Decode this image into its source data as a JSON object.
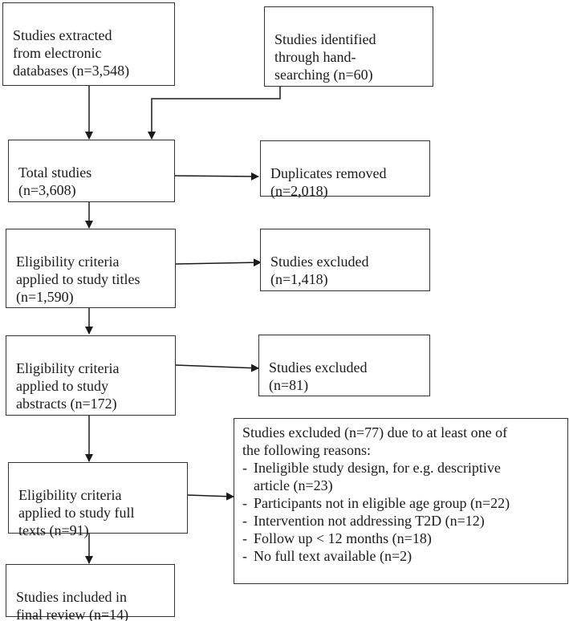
{
  "boxes": {
    "electronic_db": "Studies extracted\nfrom electronic\ndatabases (n=3,548)",
    "hand_search": "Studies identified\nthrough hand-\nsearching (n=60)",
    "total": "Total studies\n(n=3,608)",
    "duplicates": "Duplicates removed\n(n=2,018)",
    "titles": "Eligibility criteria\napplied to study titles\n(n=1,590)",
    "excluded_titles": "Studies excluded\n(n=1,418)",
    "abstracts": "Eligibility criteria\napplied to study\nabstracts (n=172)",
    "excluded_abstracts": "Studies excluded\n(n=81)",
    "fulltexts": "Eligibility criteria\napplied to study full\ntexts (n=91)",
    "included": "Studies included in\nfinal review (n=14)"
  },
  "fulltext_exclusions": {
    "intro": "Studies excluded (n=77) due to at least one of\nthe following reasons:",
    "reasons": [
      "Ineligible study design, for e.g. descriptive\narticle (n=23)",
      "Participants not in eligible age group (n=22)",
      "Intervention not addressing T2D (n=12)",
      "Follow up < 12 months (n=18)",
      "No full text available (n=2)"
    ]
  },
  "colors": {
    "stroke": "#333333",
    "text": "#1a1a1a",
    "background": "#ffffff"
  }
}
